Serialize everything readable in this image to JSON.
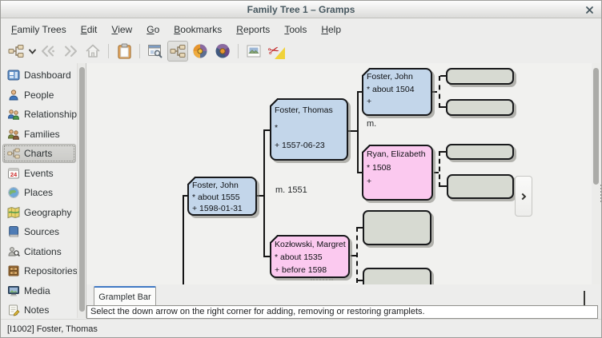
{
  "window": {
    "title": "Family Tree 1 – Gramps"
  },
  "menubar": {
    "items": [
      "Family Trees",
      "Edit",
      "View",
      "Go",
      "Bookmarks",
      "Reports",
      "Tools",
      "Help"
    ]
  },
  "toolbar": {
    "buttons": [
      {
        "icon": "family-tree-icon",
        "enabled": true
      },
      {
        "icon": "dropdown-arrow-icon",
        "enabled": true
      },
      {
        "icon": "back-icon",
        "enabled": false
      },
      {
        "icon": "forward-icon",
        "enabled": false
      },
      {
        "icon": "home-icon",
        "enabled": false
      },
      {
        "icon": "clipboard-icon",
        "enabled": true
      },
      {
        "icon": "chart-window-icon",
        "enabled": true
      },
      {
        "icon": "pedigree-view-icon",
        "enabled": true,
        "active": true
      },
      {
        "icon": "fan-chart-icon",
        "enabled": true
      },
      {
        "icon": "descendant-fan-icon",
        "enabled": true
      },
      {
        "icon": "image-export-icon",
        "enabled": true
      },
      {
        "icon": "scissors-icon",
        "enabled": true,
        "glyph": "✂"
      }
    ]
  },
  "sidebar": {
    "selected": "Charts",
    "items": [
      {
        "label": "Dashboard",
        "icon": "dashboard-icon"
      },
      {
        "label": "People",
        "icon": "people-icon"
      },
      {
        "label": "Relationships",
        "icon": "relationships-icon"
      },
      {
        "label": "Families",
        "icon": "families-icon"
      },
      {
        "label": "Charts",
        "icon": "charts-icon"
      },
      {
        "label": "Events",
        "icon": "events-icon"
      },
      {
        "label": "Places",
        "icon": "places-icon"
      },
      {
        "label": "Geography",
        "icon": "geography-icon"
      },
      {
        "label": "Sources",
        "icon": "sources-icon"
      },
      {
        "label": "Citations",
        "icon": "citations-icon"
      },
      {
        "label": "Repositories",
        "icon": "repositories-icon"
      },
      {
        "label": "Media",
        "icon": "media-icon"
      },
      {
        "label": "Notes",
        "icon": "notes-icon"
      }
    ]
  },
  "pedigree": {
    "persons": [
      {
        "name": "Foster, John",
        "line2": "* about 1555",
        "line3": "+ 1598-01-31",
        "gender": "male"
      },
      {
        "name": "Foster, Thomas",
        "line2": "*",
        "line3": "+ 1557-06-23",
        "gender": "male"
      },
      {
        "name": "Foster, John",
        "line2": "* about 1504",
        "line3": "+",
        "gender": "male"
      },
      {
        "name": "Ryan, Elizabeth",
        "line2": "* 1508",
        "line3": "+",
        "gender": "female"
      },
      {
        "name": "Kozłowski, Margret",
        "line2": "* about 1535",
        "line3": "+ before 1598",
        "gender": "female"
      }
    ],
    "marriages": [
      {
        "label": "m."
      },
      {
        "label": "m. 1551"
      }
    ],
    "empty_box_count": 6,
    "colors": {
      "male_box": "#c3d6ea",
      "female_box": "#fbc9ef",
      "empty_box": "#d7dad2"
    }
  },
  "gramplet_bar": {
    "tab_label": "Gramplet Bar",
    "message": "Select the down arrow on the right corner for adding, removing or restoring gramplets."
  },
  "statusbar": {
    "text": "[I1002] Foster, Thomas"
  }
}
